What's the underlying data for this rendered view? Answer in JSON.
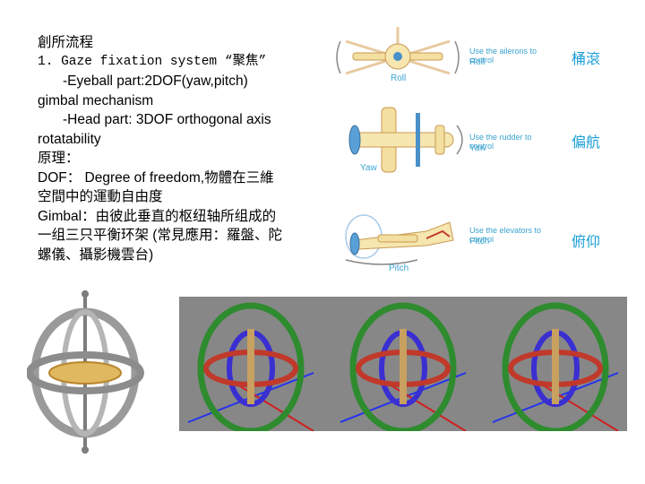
{
  "text": {
    "heading": "創所流程",
    "item1": "1. Gaze fixation system “聚焦”",
    "eyeball": "-Eyeball part:2DOF(yaw,pitch)",
    "eyeball_cont": "gimbal mechanism",
    "head": "-Head part: 3DOF orthogonal axis",
    "head_cont": "rotatability",
    "principle": "原理：",
    "dof": "DOF： Degree of freedom,物體在三維",
    "dof_cont": "空間中的運動自由度",
    "gimbal1": "Gimbal：由彼此垂直的枢纽轴所组成的",
    "gimbal2": "一组三只平衡环架 (常見應用：羅盤、陀",
    "gimbal3": "螺儀、攝影機雲台)"
  },
  "labels": {
    "roll": "桶滾",
    "yaw": "偏航",
    "pitch": "俯仰"
  },
  "planes": {
    "roll_caption": "Use the ailerons to control",
    "roll_name": "Roll",
    "yaw_caption": "Use the rudder to control",
    "yaw_name": "Yaw",
    "pitch_caption": "Use the elevators to control",
    "pitch_name": "Pitch"
  },
  "colors": {
    "label_blue": "#1a9fd6",
    "ring_green": "#2e8b2e",
    "ring_red": "#c0392b",
    "ring_purple": "#3a2fd1",
    "strip_gray": "#878787"
  }
}
